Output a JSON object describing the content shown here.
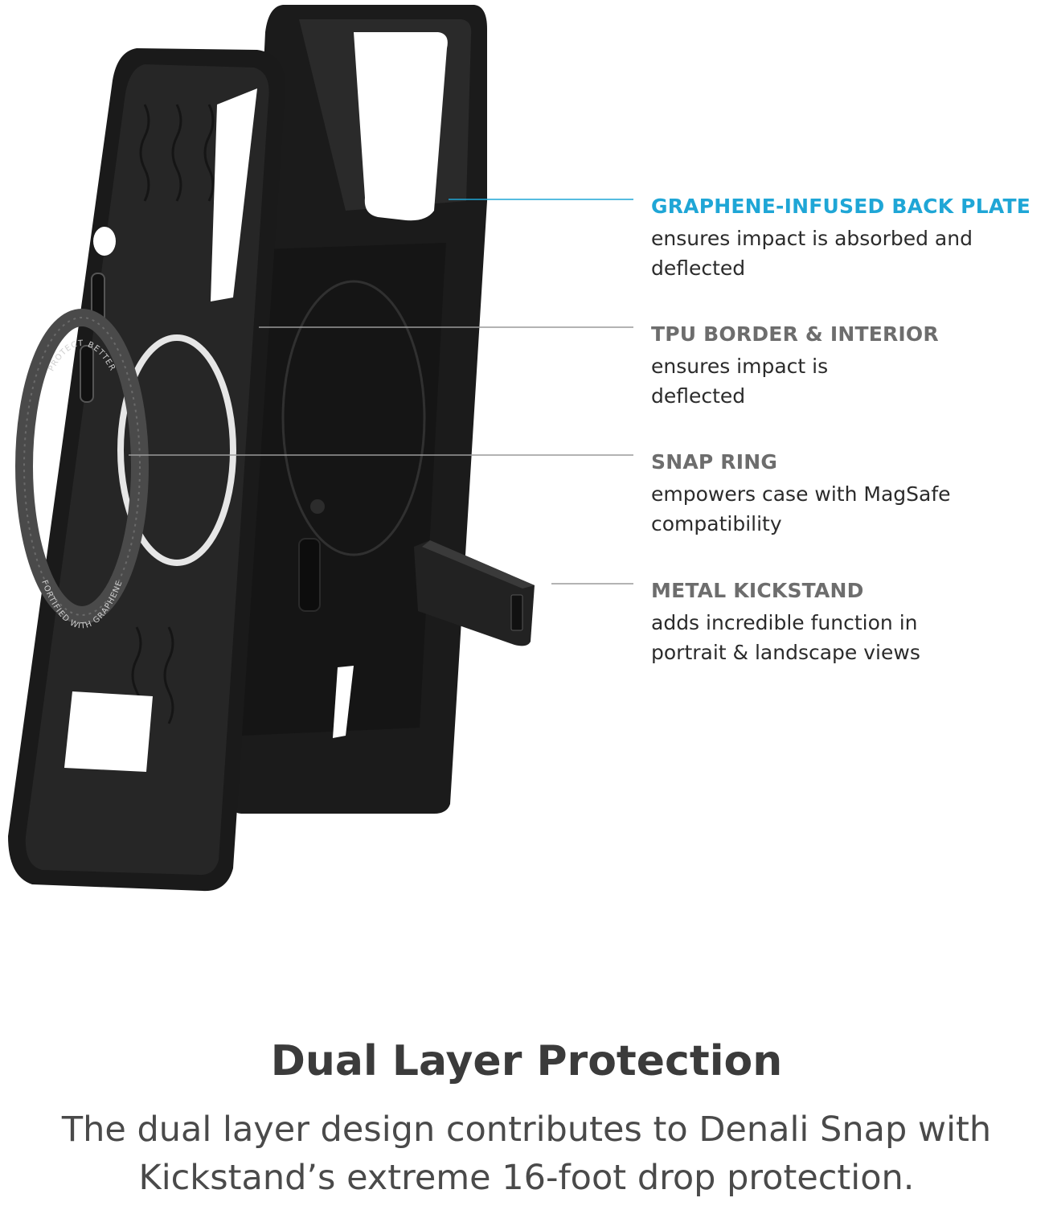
{
  "callouts": [
    {
      "title": "GRAPHENE-INFUSED BACK PLATE",
      "desc": "ensures impact is absorbed and deflected",
      "color": "#1fa6d6"
    },
    {
      "title": "TPU BORDER & INTERIOR",
      "desc": "ensures impact is deflected",
      "color": "#6d6d6d"
    },
    {
      "title": "SNAP RING",
      "desc": "empowers case with MagSafe compatibility",
      "color": "#6d6d6d"
    },
    {
      "title": "METAL KICKSTAND",
      "desc": "adds incredible function in portrait & landscape views",
      "color": "#6d6d6d"
    }
  ],
  "ring_text": {
    "top": "PROTECT BETTER",
    "bottom": "FORTIFIED WITH GRAPHENE"
  },
  "section": {
    "heading": "Dual Layer Protection",
    "body": "The dual layer design contributes to Denali Snap with Kickstand’s extreme 16-foot drop protection."
  }
}
